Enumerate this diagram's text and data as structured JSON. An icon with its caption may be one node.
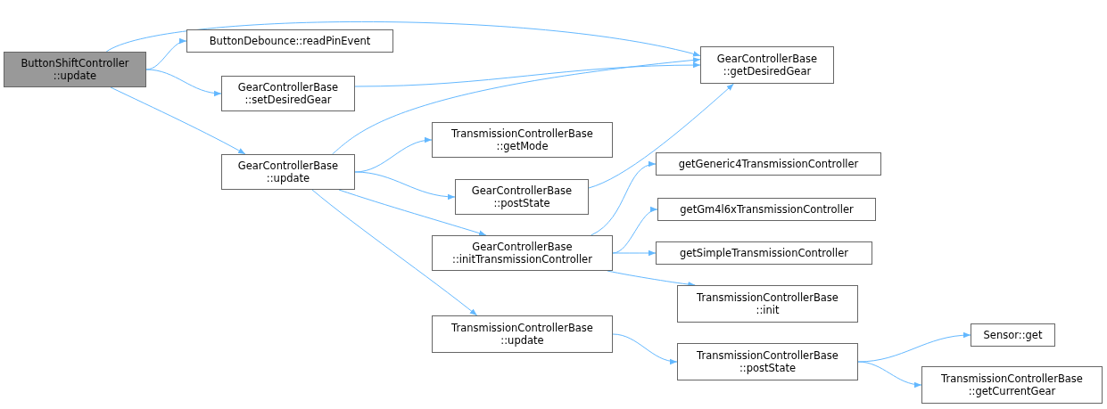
{
  "diagram": {
    "nodes": [
      {
        "text": [
          "ButtonShiftController ::update"
        ]
      },
      {
        "text": [
          "ButtonDebounce::readPinEvent"
        ]
      },
      {
        "text": [
          "GearControllerBase ::getDesiredGear"
        ]
      },
      {
        "text": [
          "GearControllerBase ::setDesiredGear"
        ]
      },
      {
        "text": [
          "GearControllerBase ::update"
        ]
      },
      {
        "text": [
          "TransmissionControllerBase ::getMode"
        ]
      },
      {
        "text": [
          "GearControllerBase ::postState"
        ]
      },
      {
        "text": [
          "getGeneric4TransmissionController"
        ]
      },
      {
        "text": [
          "GearControllerBase ::initTransmissionController"
        ]
      },
      {
        "text": [
          "getGm4l6xTransmissionController"
        ]
      },
      {
        "text": [
          "getSimpleTransmissionController"
        ]
      },
      {
        "text": [
          "TransmissionControllerBase ::init"
        ]
      },
      {
        "text": [
          "TransmissionControllerBase ::update"
        ]
      },
      {
        "text": [
          "TransmissionControllerBase ::postState"
        ]
      },
      {
        "text": [
          "Sensor::get"
        ]
      },
      {
        "text": [
          "TransmissionControllerBase ::getCurrentGear"
        ]
      }
    ],
    "edges": [
      {
        "from": 0,
        "to": 2,
        "arrow": "to"
      },
      {
        "from": 0,
        "to": 1,
        "arrow": "to"
      },
      {
        "from": 0,
        "to": 3,
        "arrow": "to"
      },
      {
        "from": 0,
        "to": 4,
        "arrow": "to"
      },
      {
        "from": 3,
        "to": 2,
        "arrow": "to"
      },
      {
        "from": 4,
        "to": 2,
        "arrow": "to"
      },
      {
        "from": 4,
        "to": 5,
        "arrow": "to"
      },
      {
        "from": 4,
        "to": 6,
        "arrow": "to"
      },
      {
        "from": 4,
        "to": 8,
        "arrow": "to"
      },
      {
        "from": 4,
        "to": 12,
        "arrow": "to"
      },
      {
        "from": 6,
        "to": 2,
        "arrow": "to"
      },
      {
        "from": 8,
        "to": 7,
        "arrow": "to"
      },
      {
        "from": 8,
        "to": 9,
        "arrow": "to"
      },
      {
        "from": 8,
        "to": 10,
        "arrow": "to"
      },
      {
        "from": 8,
        "to": 11,
        "arrow": "to"
      },
      {
        "from": 12,
        "to": 13,
        "arrow": "to"
      },
      {
        "from": 13,
        "to": 14,
        "arrow": "to"
      },
      {
        "from": 13,
        "to": 15,
        "arrow": "to"
      }
    ]
  }
}
